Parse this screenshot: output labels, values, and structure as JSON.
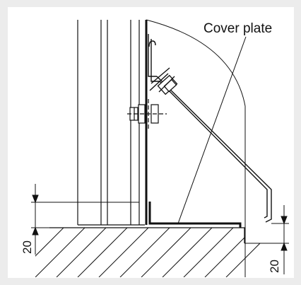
{
  "labels": {
    "callout": "Cover plate",
    "dim_left": "20",
    "dim_right": "20"
  },
  "colors": {
    "background": "#ececec",
    "panel": "#ffffff",
    "ink": "#111111"
  }
}
